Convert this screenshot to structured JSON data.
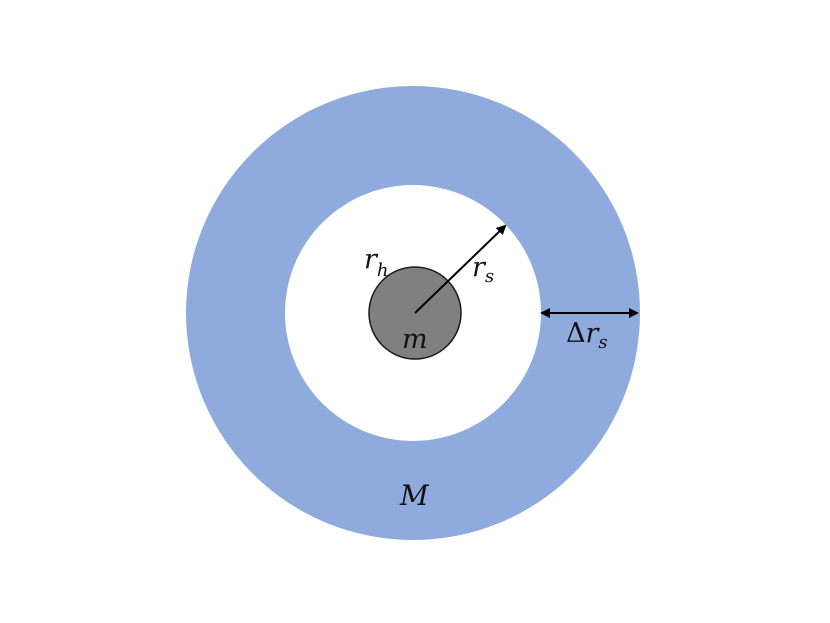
{
  "colors": {
    "shell": "#8FABDD",
    "cavity": "#FFFFFF",
    "core": "#808080",
    "core_outline": "#1a1a1a",
    "arrow": "#000000",
    "background": "#FFFFFF"
  },
  "labels": {
    "core_mass": "m",
    "shell_mass": "M",
    "core_radius": {
      "symbol": "r",
      "subscript": "h"
    },
    "shell_radius": {
      "symbol": "r",
      "subscript": "s"
    },
    "shell_thickness": {
      "prefix": "Δ",
      "symbol": "r",
      "subscript": "s"
    }
  }
}
